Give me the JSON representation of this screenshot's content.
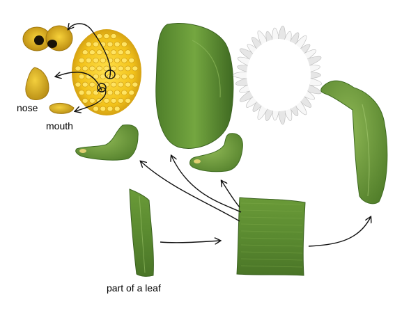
{
  "labels": {
    "nose": "nose",
    "mouth": "mouth",
    "leaf_part": "part of a leaf"
  },
  "colors": {
    "leaf_green": "#5f8f35",
    "leaf_dark": "#3f6a22",
    "pollen_yellow": "#f2c81a",
    "pollen_dark": "#d9a20b",
    "eye_yellow": "#e6b71a",
    "eye_pupil": "#1a1308",
    "petal_white": "#f4f4f4",
    "petal_shadow": "#c9c9c9",
    "arrow": "#111111"
  },
  "parts": [
    "eyes",
    "nose",
    "mouth",
    "flower-center",
    "leaf-body",
    "daisy-face-frame",
    "left-foot",
    "right-foot",
    "arm",
    "leaf-strip",
    "leaf-square"
  ]
}
